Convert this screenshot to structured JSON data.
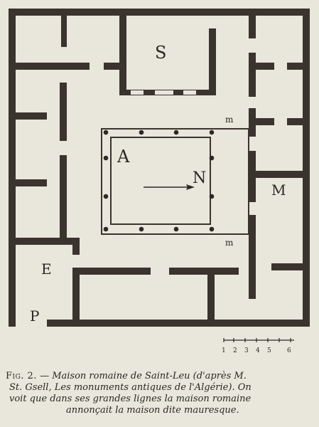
{
  "plan": {
    "rooms": {
      "S": "S",
      "A": "A",
      "N": "N",
      "M": "M",
      "E": "E",
      "P": "P"
    },
    "markers": {
      "top": "m",
      "bottom": "m"
    }
  },
  "scale": {
    "numbers": [
      "1",
      "2",
      "3",
      "4",
      "5",
      "6"
    ]
  },
  "caption": {
    "fig_label": "Fig. 2.",
    "line1_rest": " — Maison romaine de Saint-Leu (d'après M.",
    "line2": "St. Gsell, Les monuments antiques de l'Algérie). On",
    "line3": "voit que dans ses grandes lignes la maison romaine",
    "line4": "annonçait la maison dite mauresque."
  },
  "colors": {
    "background": "#e9e6dc",
    "ink": "#3a332e"
  }
}
